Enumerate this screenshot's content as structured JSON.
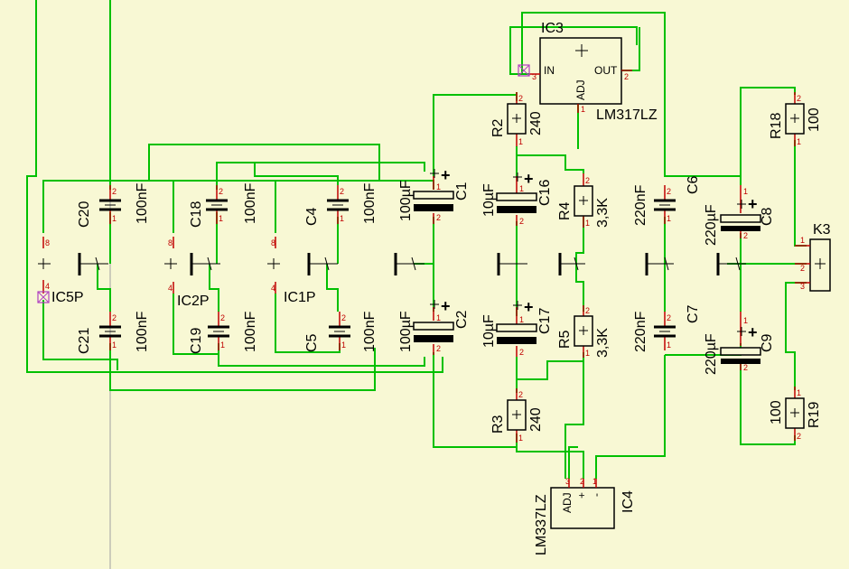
{
  "colors": {
    "background": "#f8f8d4",
    "wire": "#00c000",
    "pin": "#c00000",
    "marker": "#b040c0"
  },
  "ic3": {
    "name": "IC3",
    "part": "LM317LZ",
    "pin_in": "IN",
    "pin_out": "OUT",
    "pin_adj": "ADJ",
    "p1": "1",
    "p2": "2",
    "p3": "3"
  },
  "ic4": {
    "name": "IC4",
    "part": "LM337LZ",
    "pin_adj": "ADJ",
    "pin_plus": "+",
    "pin_minus": "-",
    "p1": "1",
    "p2": "2",
    "p3": "3"
  },
  "k3": {
    "name": "K3",
    "p1": "1",
    "p2": "2",
    "p3": "3"
  },
  "power": {
    "ic5p": {
      "name": "IC5P",
      "p8": "8",
      "p4": "4"
    },
    "ic2p": {
      "name": "IC2P",
      "p8": "8",
      "p4": "4"
    },
    "ic1p": {
      "name": "IC1P",
      "p8": "8",
      "p4": "4"
    }
  },
  "resistors": {
    "r2": {
      "name": "R2",
      "value": "240",
      "p1": "1",
      "p2": "2"
    },
    "r3": {
      "name": "R3",
      "value": "240",
      "p1": "1",
      "p2": "2"
    },
    "r4": {
      "name": "R4",
      "value": "3,3K",
      "p1": "1",
      "p2": "2"
    },
    "r5": {
      "name": "R5",
      "value": "3,3K",
      "p1": "1",
      "p2": "2"
    },
    "r18": {
      "name": "R18",
      "value": "100",
      "p1": "1",
      "p2": "2"
    },
    "r19": {
      "name": "R19",
      "value": "100",
      "p1": "1",
      "p2": "2"
    }
  },
  "capacitors": {
    "c20": {
      "name": "C20",
      "value": "100nF",
      "p1": "1",
      "p2": "2"
    },
    "c21": {
      "name": "C21",
      "value": "100nF",
      "p1": "1",
      "p2": "2"
    },
    "c18": {
      "name": "C18",
      "value": "100nF",
      "p1": "1",
      "p2": "2"
    },
    "c19": {
      "name": "C19",
      "value": "100nF",
      "p1": "1",
      "p2": "2"
    },
    "c4": {
      "name": "C4",
      "value": "100nF",
      "p1": "1",
      "p2": "2"
    },
    "c5": {
      "name": "C5",
      "value": "100nF",
      "p1": "1",
      "p2": "2"
    },
    "c1": {
      "name": "C1",
      "value": "100µF",
      "p1": "1",
      "p2": "2",
      "plus": "+"
    },
    "c2": {
      "name": "C2",
      "value": "100µF",
      "p1": "1",
      "p2": "2",
      "plus": "+"
    },
    "c16": {
      "name": "C16",
      "value": "10µF",
      "p1": "1",
      "p2": "2",
      "plus": "+"
    },
    "c17": {
      "name": "C17",
      "value": "10µF",
      "p1": "1",
      "p2": "2",
      "plus": "+"
    },
    "c6": {
      "name": "C6",
      "value": "220nF",
      "p1": "1",
      "p2": "2"
    },
    "c7": {
      "name": "C7",
      "value": "220nF",
      "p1": "1",
      "p2": "2"
    },
    "c8": {
      "name": "C8",
      "value": "220µF",
      "p1": "1",
      "p2": "2",
      "plus": "+"
    },
    "c9": {
      "name": "C9",
      "value": "220µF",
      "p1": "1",
      "p2": "2",
      "plus": "+"
    }
  }
}
